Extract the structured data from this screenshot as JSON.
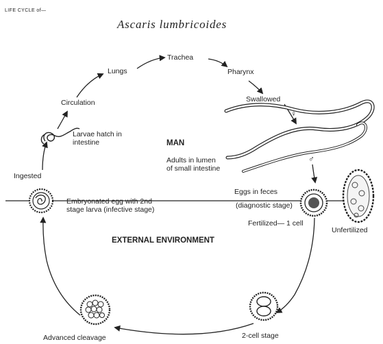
{
  "header": "LIFE CYCLE of—",
  "title": "Ascaris lumbricoides",
  "regions": {
    "host": "MAN",
    "external": "EXTERNAL ENVIRONMENT"
  },
  "stages": {
    "trachea": "Trachea",
    "lungs": "Lungs",
    "pharynx": "Pharynx",
    "circulation": "Circulation",
    "swallowed": "Swallowed",
    "larvae_hatch_line1": "Larvae hatch in",
    "larvae_hatch_line2": "intestine",
    "adults_line1": "Adults in lumen",
    "adults_line2": "of small intestine",
    "ingested": "Ingested",
    "eggs_feces": "Eggs in feces",
    "diagnostic": "(diagnostic stage)",
    "embryonated": "Embryonated egg with 2nd stage larva (infective stage)",
    "fertilized": "Fertilized— 1 cell",
    "unfertilized": "Unfertilized",
    "advanced_cleavage": "Advanced cleavage",
    "two_cell": "2-cell stage"
  },
  "symbols": {
    "female": "♀",
    "male": "♂"
  },
  "colors": {
    "ink": "#222222",
    "background": "#ffffff"
  }
}
